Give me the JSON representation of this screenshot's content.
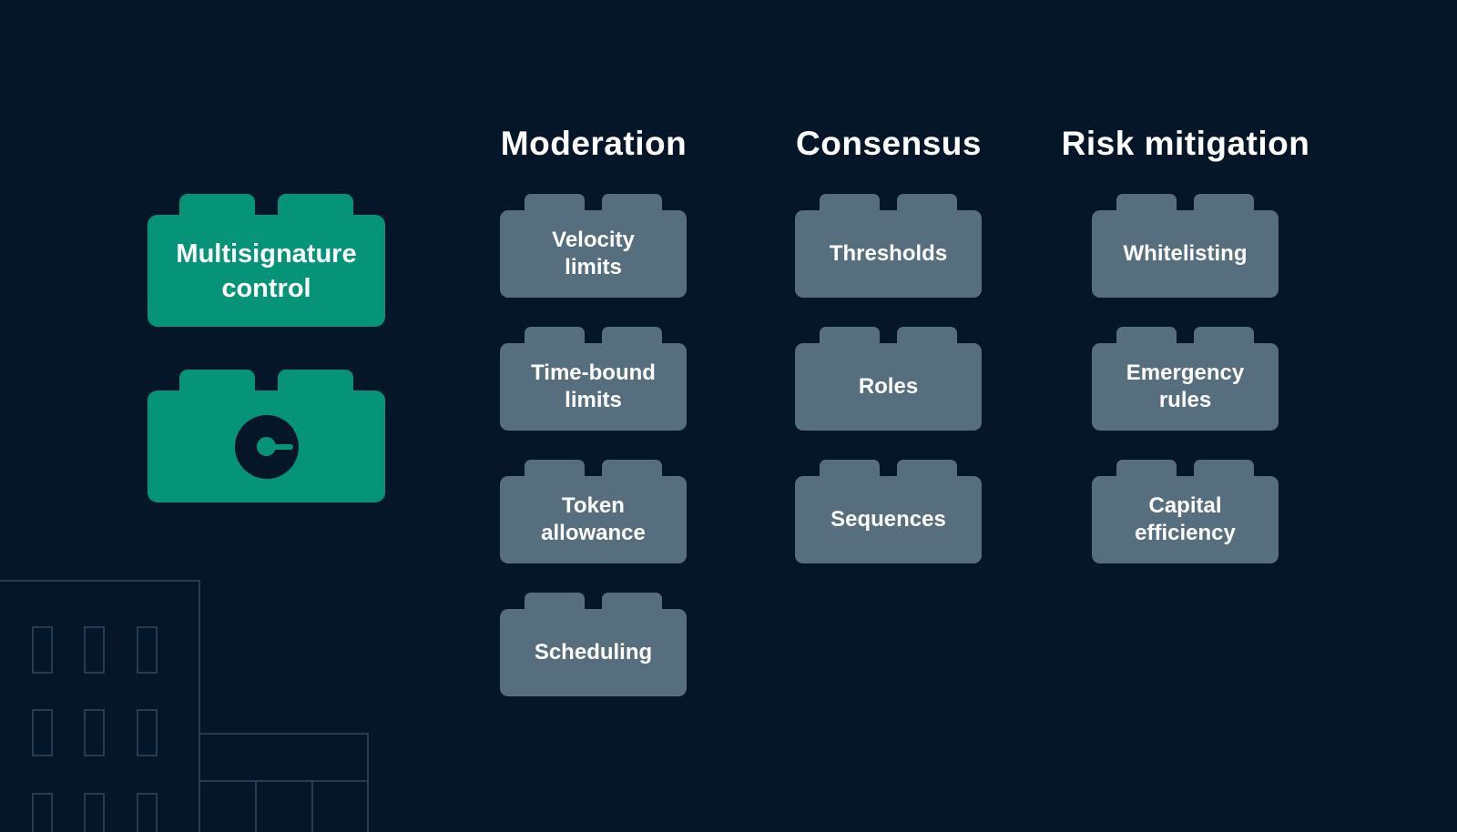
{
  "palette": {
    "background": "#041628",
    "brick_green": "#069478",
    "brick_gray": "#566e7d",
    "outline": "#263c52",
    "text": "#ffffff"
  },
  "hero": {
    "label": "Multisignature\ncontrol",
    "icon": "key-icon"
  },
  "columns": [
    {
      "header": "Moderation",
      "bricks": [
        {
          "label": "Velocity\nlimits"
        },
        {
          "label": "Time-bound\nlimits"
        },
        {
          "label": "Token\nallowance"
        },
        {
          "label": "Scheduling"
        }
      ]
    },
    {
      "header": "Consensus",
      "bricks": [
        {
          "label": "Thresholds"
        },
        {
          "label": "Roles"
        },
        {
          "label": "Sequences"
        }
      ]
    },
    {
      "header": "Risk mitigation",
      "bricks": [
        {
          "label": "Whitelisting"
        },
        {
          "label": "Emergency\nrules"
        },
        {
          "label": "Capital\nefficiency"
        }
      ]
    }
  ]
}
